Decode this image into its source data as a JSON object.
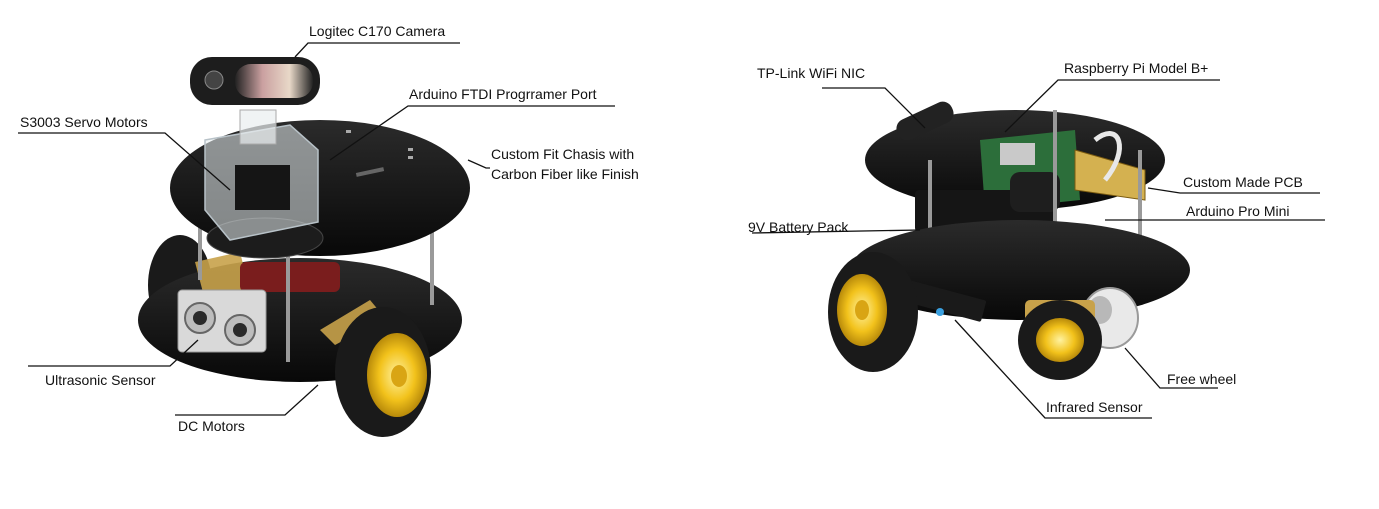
{
  "left_labels": {
    "camera": "Logitec C170 Camera",
    "ftdi": "Arduino FTDI Progrramer Port",
    "servo": "S3003 Servo Motors",
    "chassis_line1": "Custom Fit Chasis with",
    "chassis_line2": "Carbon Fiber like Finish",
    "ultrasonic": "Ultrasonic Sensor",
    "dc_motors": "DC Motors"
  },
  "right_labels": {
    "wifi": "TP-Link WiFi NIC",
    "raspberry": "Raspberry Pi Model B+",
    "pcb": "Custom Made PCB",
    "arduino_mini": "Arduino Pro Mini",
    "battery": "9V Battery Pack",
    "free_wheel": "Free wheel",
    "infrared": "Infrared Sensor"
  },
  "colors": {
    "chassis": "#141414",
    "wheel_tire": "#1a1a1a",
    "wheel_hub": "#f2c21b",
    "motor_mount": "#c8a24a",
    "pcb_board": "#2c6e3a",
    "leader_line": "#111111"
  }
}
